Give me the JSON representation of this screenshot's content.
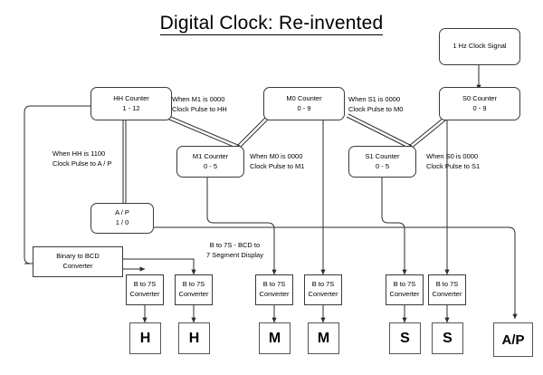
{
  "title": "Digital Clock: Re-invented",
  "nodes": {
    "clock_signal": {
      "line1": "1 Hz Clock Signal"
    },
    "hh_counter": {
      "line1": "HH Counter",
      "line2": "1 - 12"
    },
    "m0_counter": {
      "line1": "M0 Counter",
      "line2": "0 - 9"
    },
    "s0_counter": {
      "line1": "S0 Counter",
      "line2": "0 - 9"
    },
    "m1_counter": {
      "line1": "M1 Counter",
      "line2": "0 - 5"
    },
    "s1_counter": {
      "line1": "S1 Counter",
      "line2": "0 - 5"
    },
    "ap_latch": {
      "line1": "A / P",
      "line2": "1 / 0"
    },
    "bcd_converter": {
      "line1": "Binary to BCD",
      "line2": "Converter"
    },
    "seg_converter": {
      "line1": "B to 7S",
      "line2": "Converter"
    }
  },
  "notes": {
    "m1_to_hh": "When M1 is 0000\nClock Pulse to HH",
    "s1_to_m0": "When S1 is 0000\nClock Pulse to M0",
    "m0_to_m1": "When M0 is 0000\nClock Pulse to M1",
    "s0_to_s1": "When S0 is 0000\nClock Pulse to S1",
    "hh_to_ap": "When HH is 1100\nClock Pulse to A / P",
    "seg_legend": "B to 7S - BCD to\n7 Segment Display"
  },
  "displays": [
    {
      "label": "H"
    },
    {
      "label": "H"
    },
    {
      "label": "M"
    },
    {
      "label": "M"
    },
    {
      "label": "S"
    },
    {
      "label": "S"
    },
    {
      "label": "A/P"
    }
  ],
  "colors": {
    "stroke": "#3a3a3a",
    "wire": "#2b2b2b",
    "background": "#ffffff",
    "text": "#000000"
  }
}
